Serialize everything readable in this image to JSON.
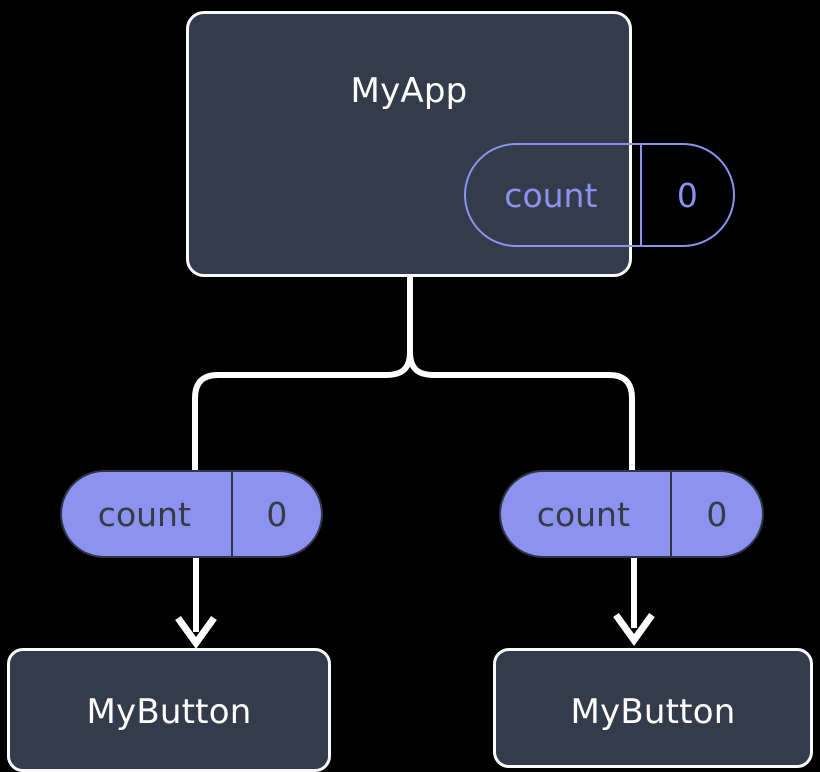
{
  "diagram": {
    "type": "component-state-tree",
    "background_color": "#000000",
    "colors": {
      "card_fill": "#343b4a",
      "card_border": "#fbfbfd",
      "card_text": "#ffffff",
      "accent_purple": "#8b92ef",
      "pill_text_on_fill": "#363b44",
      "connector": "#ffffff"
    },
    "root": {
      "title": "MyApp",
      "state_pill": {
        "key": "count",
        "value": "0",
        "style": "outlined"
      }
    },
    "branches": [
      {
        "prop_pill": {
          "key": "count",
          "value": "0",
          "style": "filled"
        },
        "child": {
          "title": "MyButton"
        }
      },
      {
        "prop_pill": {
          "key": "count",
          "value": "0",
          "style": "filled"
        },
        "child": {
          "title": "MyButton"
        }
      }
    ]
  }
}
